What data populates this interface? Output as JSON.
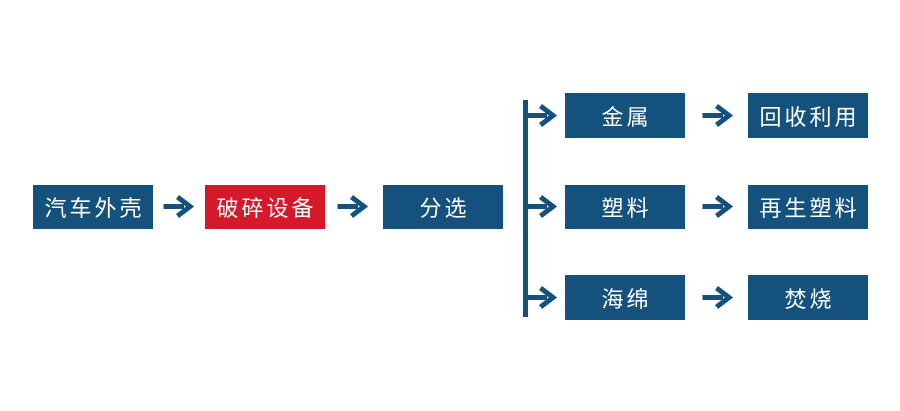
{
  "diagram": {
    "type": "flowchart",
    "main_flow": [
      {
        "id": "car-shell",
        "label": "汽车外壳",
        "style": "blue"
      },
      {
        "id": "crushing-equipment",
        "label": "破碎设备",
        "style": "red"
      },
      {
        "id": "sorting",
        "label": "分选",
        "style": "blue"
      }
    ],
    "branches": [
      {
        "material": "金属",
        "disposal": "回收利用"
      },
      {
        "material": "塑料",
        "disposal": "再生塑料"
      },
      {
        "material": "海绵",
        "disposal": "焚烧"
      }
    ],
    "colors": {
      "node_blue": "#14527d",
      "node_red": "#d6182b",
      "arrow": "#14527d",
      "connector_line": "#14527d",
      "text": "#ffffff",
      "background": "#ffffff"
    }
  }
}
